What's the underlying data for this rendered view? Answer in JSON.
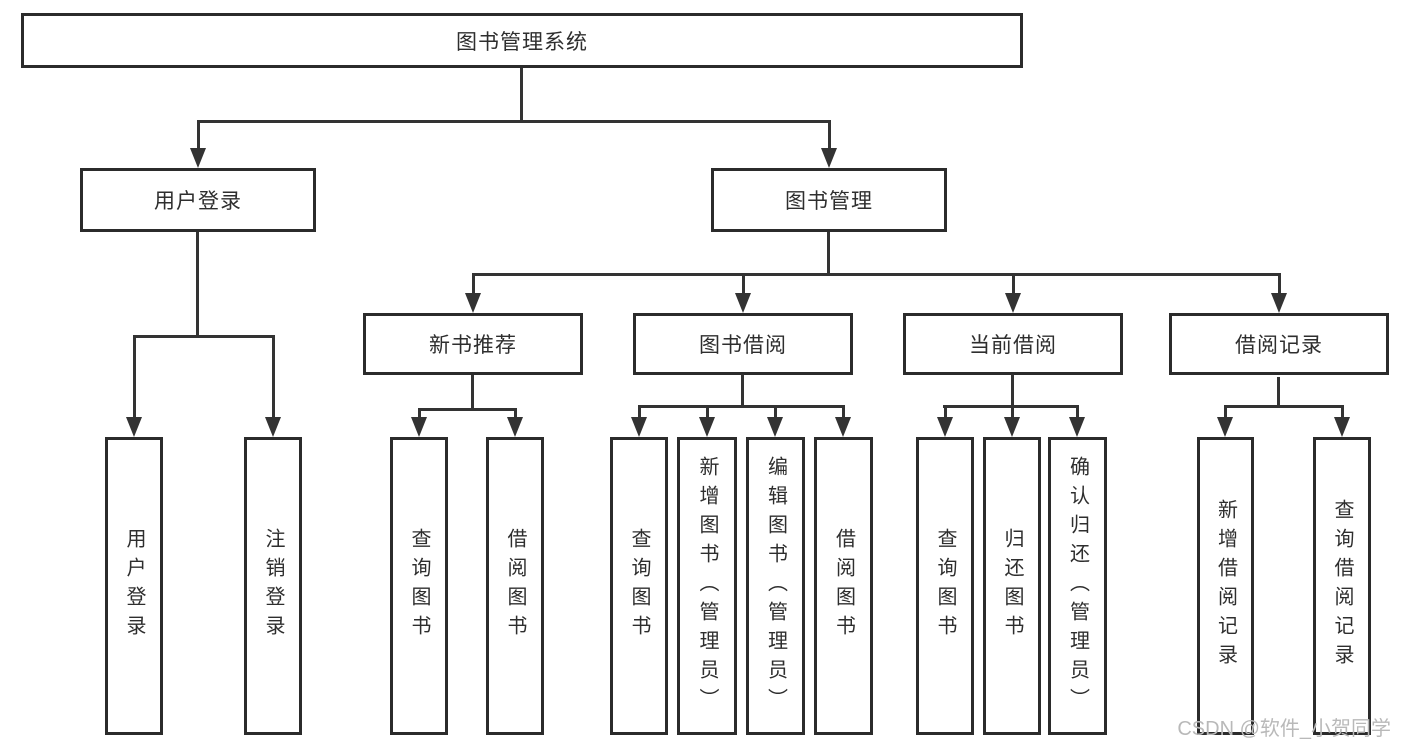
{
  "diagram": {
    "title": "图书管理系统",
    "watermark": "CSDN @软件_小贺同学",
    "colors": {
      "line": "#333333",
      "box_border": "#2b2b2b",
      "box_fill": "#ffffff",
      "text": "#2e2e2e",
      "watermark": "#b9b9b9"
    },
    "nodes": {
      "root": {
        "label": "图书管理系统"
      },
      "user_login_branch": {
        "label": "用户登录"
      },
      "book_mgmt_branch": {
        "label": "图书管理"
      },
      "new_book_recommend": {
        "label": "新书推荐"
      },
      "book_borrowing": {
        "label": "图书借阅"
      },
      "current_borrowing": {
        "label": "当前借阅"
      },
      "borrowing_records": {
        "label": "借阅记录"
      },
      "leaf_user_login": {
        "label": "用户登录"
      },
      "leaf_logout": {
        "label": "注销登录"
      },
      "leaf_query_book_1": {
        "label": "查询图书"
      },
      "leaf_borrow_book_1": {
        "label": "借阅图书"
      },
      "leaf_query_book_2": {
        "label": "查询图书"
      },
      "leaf_add_book_admin": {
        "label": "新增图书（管理员）"
      },
      "leaf_edit_book_admin": {
        "label": "编辑图书（管理员）"
      },
      "leaf_borrow_book_2": {
        "label": "借阅图书"
      },
      "leaf_query_book_3": {
        "label": "查询图书"
      },
      "leaf_return_book": {
        "label": "归还图书"
      },
      "leaf_confirm_return_admin": {
        "label": "确认归还（管理员）"
      },
      "leaf_add_borrow_record": {
        "label": "新增借阅记录"
      },
      "leaf_query_borrow_record": {
        "label": "查询借阅记录"
      }
    }
  }
}
